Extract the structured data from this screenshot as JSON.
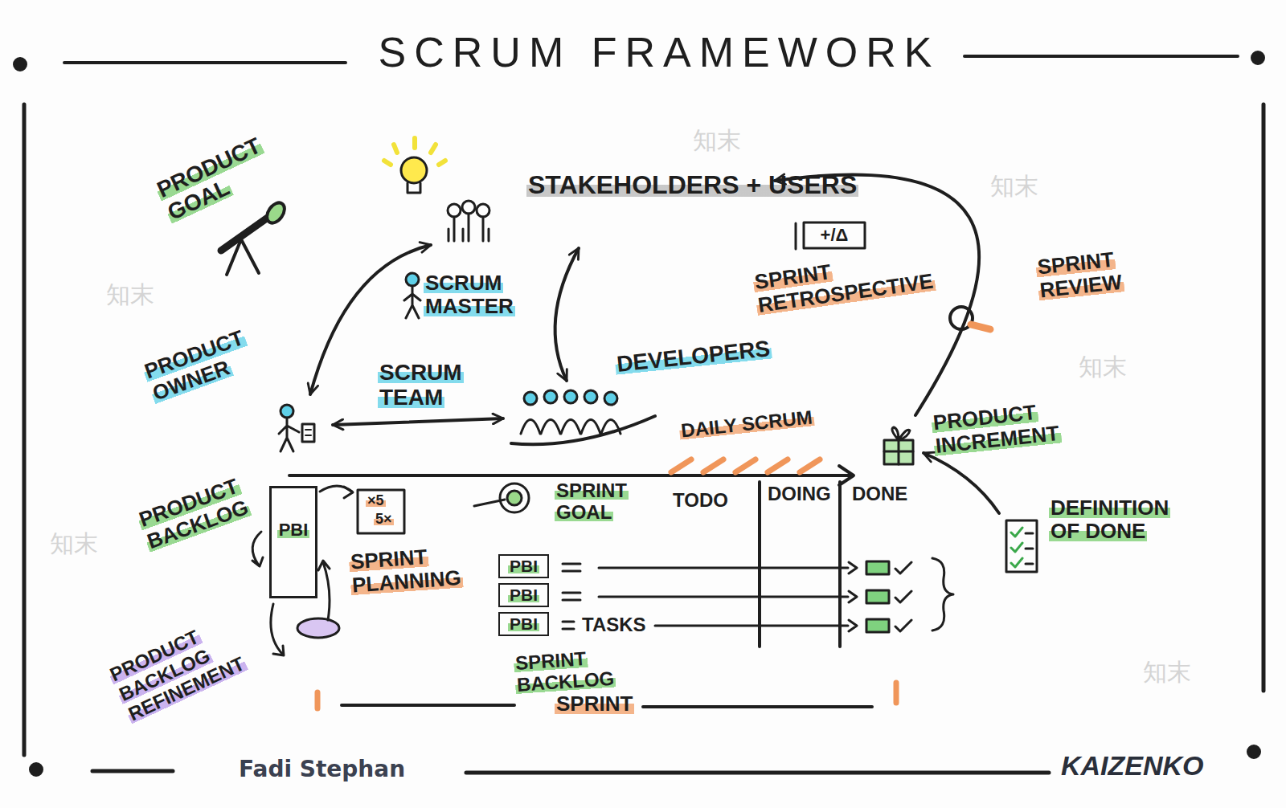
{
  "diagram": {
    "title": "SCRUM FRAMEWORK",
    "nodes": [
      {
        "text": [
          "STAKEHOLDERS + USERS"
        ]
      },
      {
        "text": [
          "SCRUM MASTER"
        ]
      },
      {
        "text": [
          "PRODUCT OWNER"
        ]
      },
      {
        "text": [
          "DEVELOPERS"
        ]
      },
      {
        "text": [
          "PRODUCT INCREMENT"
        ]
      },
      {
        "text": [
          "PRODUCT BACKLOG",
          "PBI"
        ]
      },
      {
        "text": [
          "PBI"
        ]
      },
      {
        "text": [
          "PBI"
        ]
      },
      {
        "text": [
          "PBI"
        ]
      },
      {
        "text": [
          "DEFINITION OF DONE"
        ]
      }
    ],
    "edges": [
      {
        "from": 2,
        "to": 0,
        "arrow": "both"
      },
      {
        "from": 0,
        "to": 3,
        "arrow": "both"
      },
      {
        "from": 2,
        "to": 3,
        "arrow": "both"
      },
      {
        "from": 4,
        "to": 0,
        "arrow": "to"
      },
      {
        "from": 9,
        "to": 4,
        "arrow": "to"
      }
    ],
    "labels": [
      "PRODUCT GOAL",
      "SCRUM TEAM",
      "SPRINT RETROSPECTIVE",
      "+/Δ",
      "SPRINT REVIEW",
      "DAILY SCRUM",
      "SPRINT PLANNING",
      "×5",
      "5×",
      "SPRINT GOAL",
      "TODO",
      "DOING",
      "DONE",
      "TASKS",
      "SPRINT BACKLOG",
      "SPRINT",
      "PRODUCT BACKLOG REFINEMENT",
      "Fadi Stephan",
      "KAIZENKO",
      "知末",
      "知末",
      "知末",
      "知末",
      "知末",
      "知末"
    ]
  }
}
